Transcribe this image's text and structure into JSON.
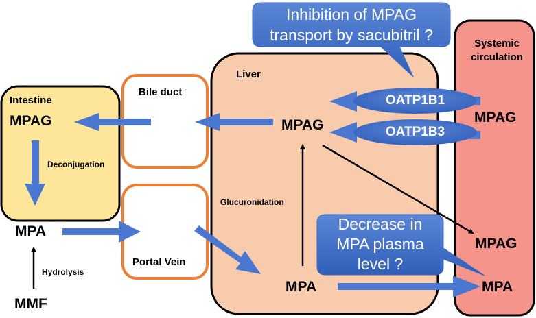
{
  "colors": {
    "intestine_fill": "#fde59a",
    "liver_fill": "#f8cbad",
    "systemic_fill": "#f4948a",
    "duct_border": "#ed7d31",
    "arrow_blue": "#4a78d0",
    "callout_blue": "#3f6fc9"
  },
  "compartments": {
    "intestine": "Intestine",
    "bile_duct": "Bile duct",
    "portal_vein": "Portal Vein",
    "liver": "Liver",
    "systemic": "Systemic\ncirculation"
  },
  "nodes": {
    "intestine_mpag": "MPAG",
    "intestine_mpa": "MPA",
    "mmf": "MMF",
    "liver_mpag": "MPAG",
    "liver_mpa": "MPA",
    "systemic_mpag_top": "MPAG",
    "systemic_mpag_bottom": "MPAG",
    "systemic_mpa": "MPA"
  },
  "processes": {
    "deconjugation": "Deconjugation",
    "hydrolysis": "Hydrolysis",
    "glucuronidation": "Glucuronidation"
  },
  "transporters": {
    "oatp1b1": "OATP1B1",
    "oatp1b3": "OATP1B3"
  },
  "callouts": {
    "inhibition_line1": "Inhibition of MPAG",
    "inhibition_line2": "transport by sacubitril ?",
    "decrease_line1": "Decrease in",
    "decrease_line2": "MPA plasma",
    "decrease_line3": "level ?"
  }
}
